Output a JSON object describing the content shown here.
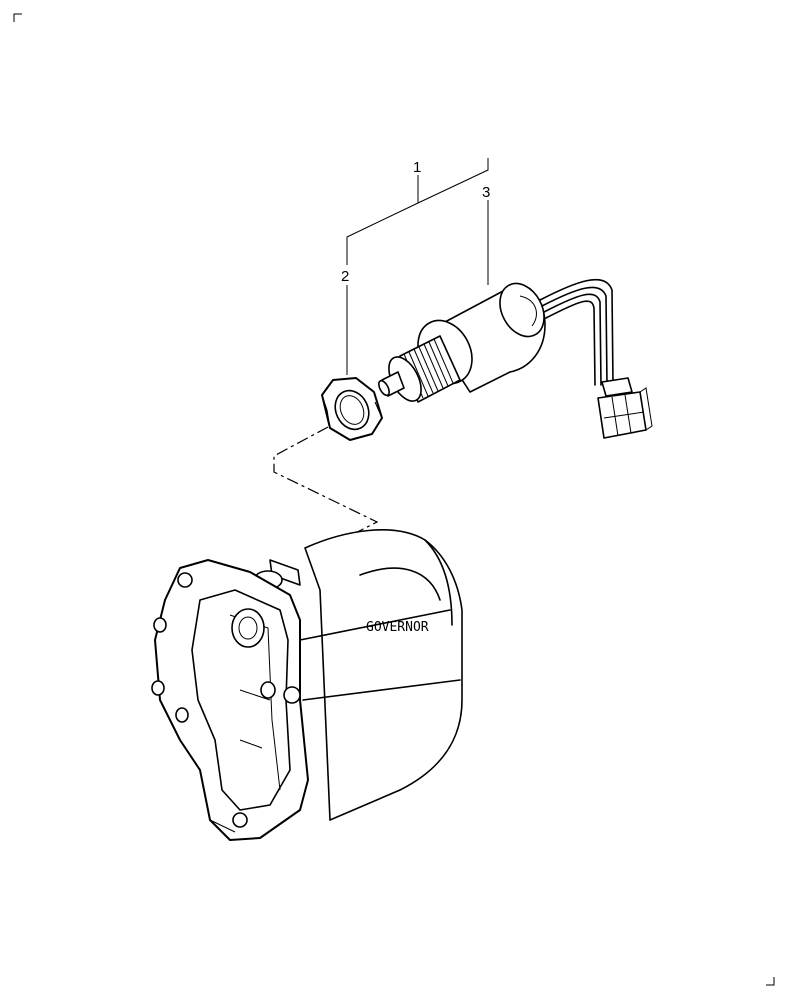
{
  "callouts": {
    "item_1": "1",
    "item_2": "2",
    "item_3": "3"
  },
  "labels": {
    "governor": "GOVERNOR"
  }
}
